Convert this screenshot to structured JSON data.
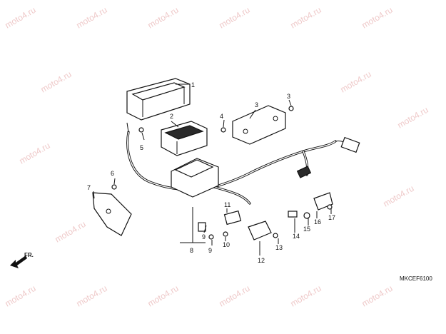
{
  "diagram": {
    "code": "MKCEF6100",
    "direction_label": "FR.",
    "watermark": "moto4.ru",
    "callouts": [
      "1",
      "2",
      "3",
      "3",
      "4",
      "5",
      "6",
      "7",
      "8",
      "9",
      "9",
      "10",
      "11",
      "12",
      "13",
      "14",
      "15",
      "16",
      "17"
    ]
  }
}
